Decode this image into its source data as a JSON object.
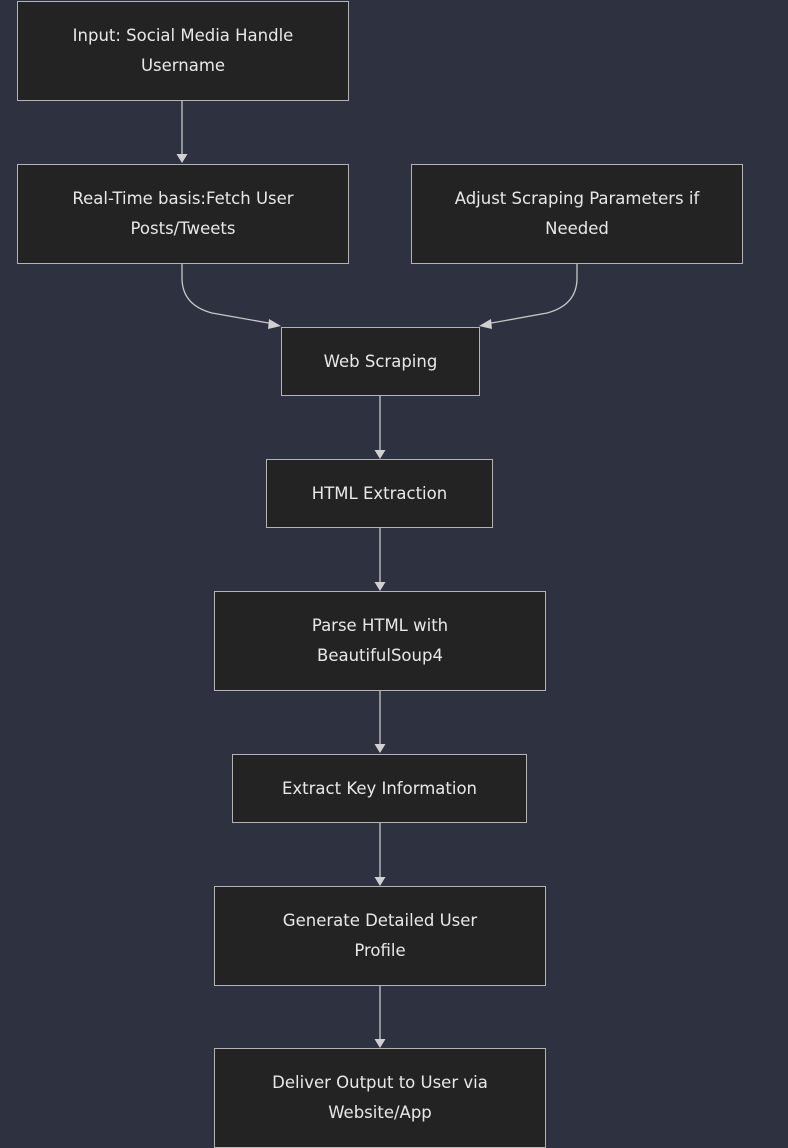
{
  "colors": {
    "background": "#2d3140",
    "node_fill": "#232323",
    "node_border": "#b4b4b4",
    "text": "#e8e8e8",
    "edge": "#c8c8c8"
  },
  "nodes": {
    "input": "Input: Social Media Handle Username",
    "fetch": "Real-Time basis:Fetch User Posts/Tweets",
    "adjust": "Adjust Scraping Parameters if Needed",
    "scraping": "Web Scraping",
    "extraction": "HTML Extraction",
    "parse": "Parse HTML with BeautifulSoup4",
    "extract_key": "Extract Key Information",
    "profile": "Generate Detailed User Profile",
    "deliver": "Deliver Output to User via Website/App"
  },
  "edges": [
    {
      "from": "input",
      "to": "fetch"
    },
    {
      "from": "fetch",
      "to": "scraping"
    },
    {
      "from": "adjust",
      "to": "scraping"
    },
    {
      "from": "scraping",
      "to": "extraction"
    },
    {
      "from": "extraction",
      "to": "parse"
    },
    {
      "from": "parse",
      "to": "extract_key"
    },
    {
      "from": "extract_key",
      "to": "profile"
    },
    {
      "from": "profile",
      "to": "deliver"
    }
  ]
}
